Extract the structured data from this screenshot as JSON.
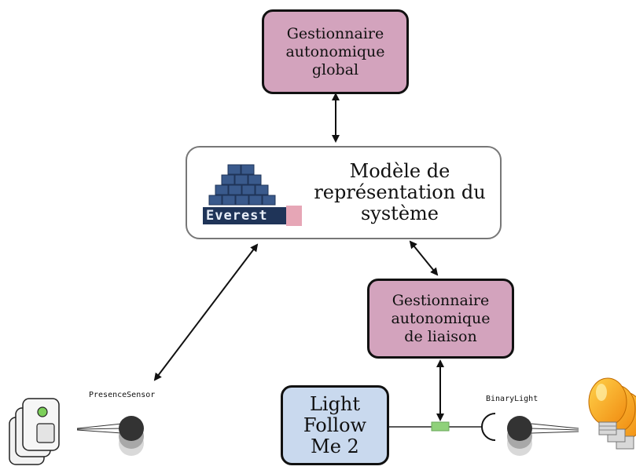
{
  "nodes": {
    "global": "Gestionnaire\nautonomique\nglobal",
    "model": "Modèle de\nreprésentation du\nsystème",
    "logo": "Everest",
    "binding": "Gestionnaire\nautonomique\nde liaison",
    "app": "Light\nFollow\nMe 2"
  },
  "devices": {
    "presence": "PresenceSensor",
    "light": "BinaryLight"
  },
  "colors": {
    "manager_fill": "#d3a3bd",
    "app_fill": "#c9d9ee",
    "connector": "#8fd17a",
    "bulb": "#f7a81b"
  }
}
